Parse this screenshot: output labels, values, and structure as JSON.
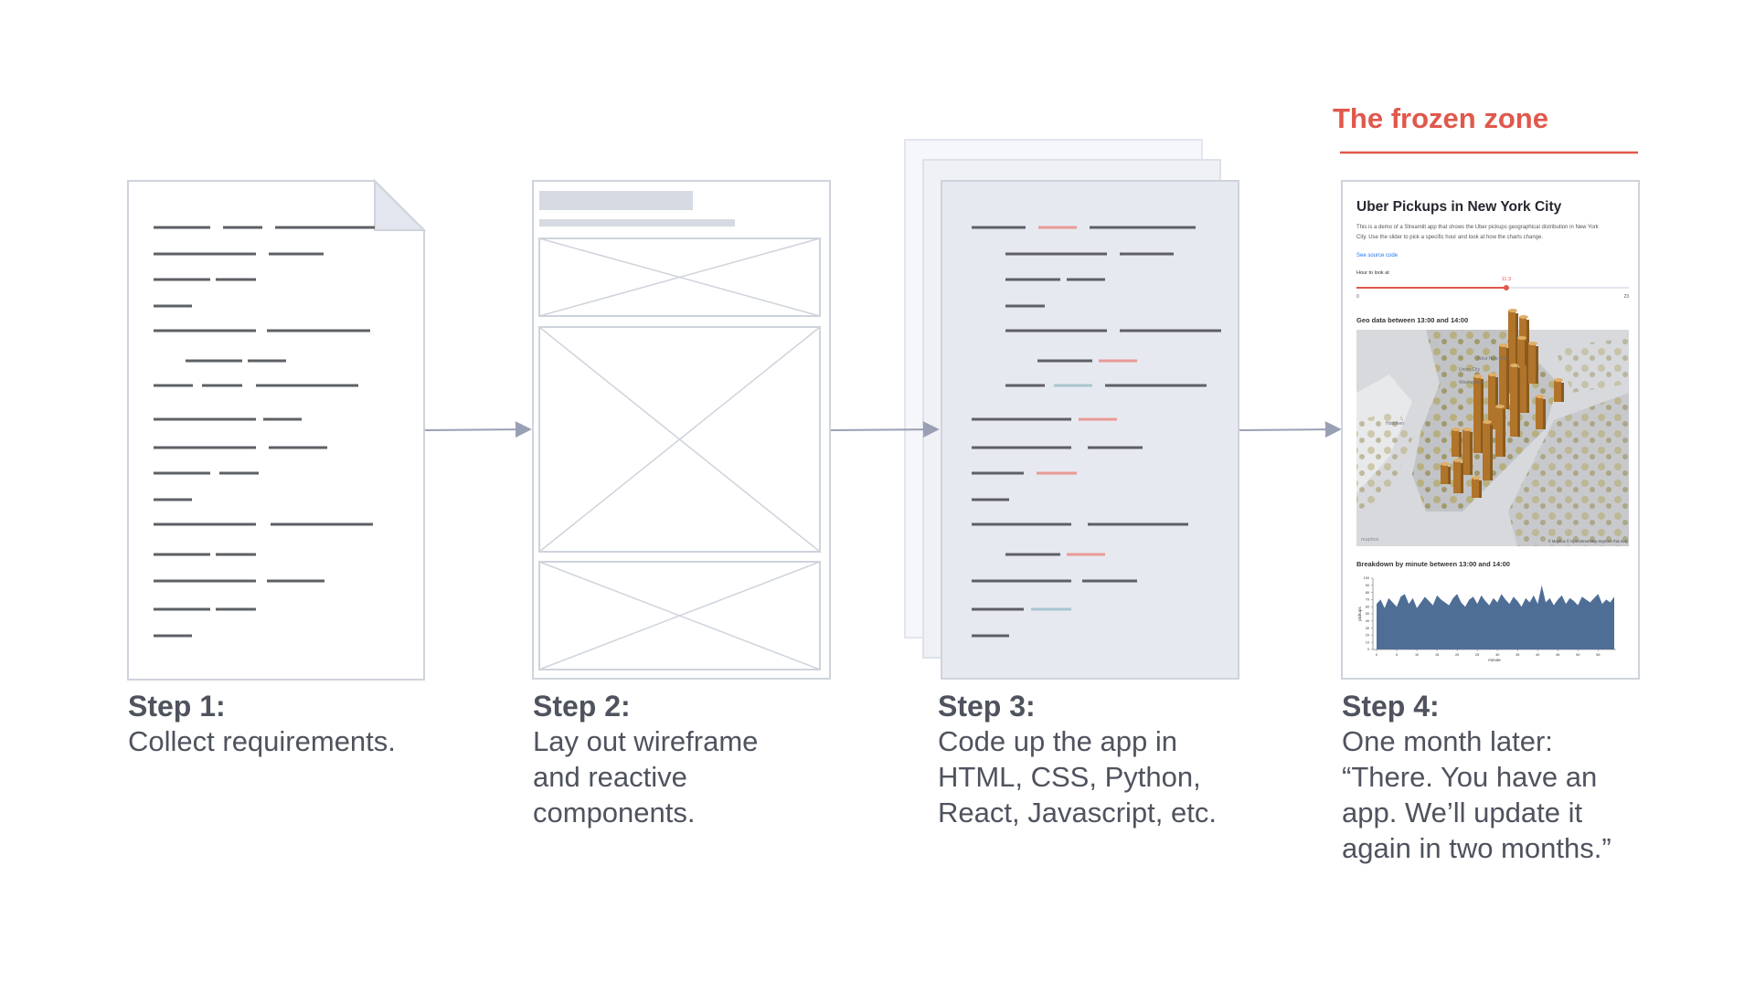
{
  "frozen_zone": {
    "label": "The frozen zone",
    "color": "#e0584c"
  },
  "steps": [
    {
      "title": "Step 1:",
      "lines": [
        "Collect requirements."
      ]
    },
    {
      "title": "Step 2:",
      "lines": [
        "Lay out wireframe",
        "and reactive",
        "components."
      ]
    },
    {
      "title": "Step 3:",
      "lines": [
        "Code up the app in",
        "HTML, CSS, Python,",
        "React, Javascript, etc."
      ]
    },
    {
      "title": "Step 4:",
      "lines": [
        "One month later:",
        "“There. You have an",
        "app. We’ll update it",
        "again in two months.”"
      ]
    }
  ],
  "app": {
    "title": "Uber Pickups in New York City",
    "description_lines": [
      "This is a demo of a Streamlit app that shows the Uber pickups geographical distribution in New York",
      "City. Use the slider to pick a specific hour and look at how the charts change."
    ],
    "source_link": "See source code",
    "slider": {
      "label": "Hour to look at",
      "value": "11.3",
      "fraction": 0.55,
      "min": "0",
      "max": "23"
    },
    "map_title": "Geo data between 13:00 and 14:00",
    "map_labels": [
      "West New York",
      "Union City",
      "Weehawken",
      "Hoboken"
    ],
    "map_attribution": "© Mapbox © OpenStreetMap Improve this map",
    "map_logo": "mapbox",
    "chart_title": "Breakdown by minute between 13:00 and 14:00",
    "chart_ylabel": "pickups",
    "chart_xlabel": "minute"
  },
  "colors": {
    "line_dark": "#5d6064",
    "line_red": "#e89a95",
    "line_blue": "#a9c6d0",
    "page_border": "#ced3dc",
    "code_page_fill": "#e7e9f0",
    "arrow": "#9aa0b4",
    "chart_fill": "#4f6e96",
    "slider": "#e0584c"
  },
  "chart_data": {
    "type": "area",
    "x": [
      0,
      1,
      2,
      3,
      4,
      5,
      6,
      7,
      8,
      9,
      10,
      11,
      12,
      13,
      14,
      15,
      16,
      17,
      18,
      19,
      20,
      21,
      22,
      23,
      24,
      25,
      26,
      27,
      28,
      29,
      30,
      31,
      32,
      33,
      34,
      35,
      36,
      37,
      38,
      39,
      40,
      41,
      42,
      43,
      44,
      45,
      46,
      47,
      48,
      49,
      50,
      51,
      52,
      53,
      54,
      55,
      56,
      57,
      58,
      59
    ],
    "values": [
      64,
      70,
      58,
      72,
      66,
      60,
      74,
      78,
      64,
      72,
      58,
      66,
      74,
      68,
      62,
      76,
      70,
      66,
      62,
      72,
      78,
      66,
      60,
      70,
      74,
      64,
      76,
      68,
      62,
      72,
      66,
      78,
      70,
      64,
      74,
      68,
      60,
      72,
      66,
      76,
      64,
      90,
      66,
      72,
      62,
      70,
      76,
      64,
      72,
      68,
      62,
      74,
      70,
      66,
      72,
      78,
      64,
      70,
      66,
      74
    ],
    "xlabel": "minute",
    "ylabel": "pickups",
    "ylim": [
      0,
      100
    ],
    "xticks": [
      0,
      5,
      10,
      15,
      20,
      25,
      30,
      35,
      40,
      45,
      50,
      55
    ],
    "yticks": [
      0,
      10,
      20,
      30,
      40,
      50,
      60,
      70,
      80,
      90,
      100
    ]
  }
}
